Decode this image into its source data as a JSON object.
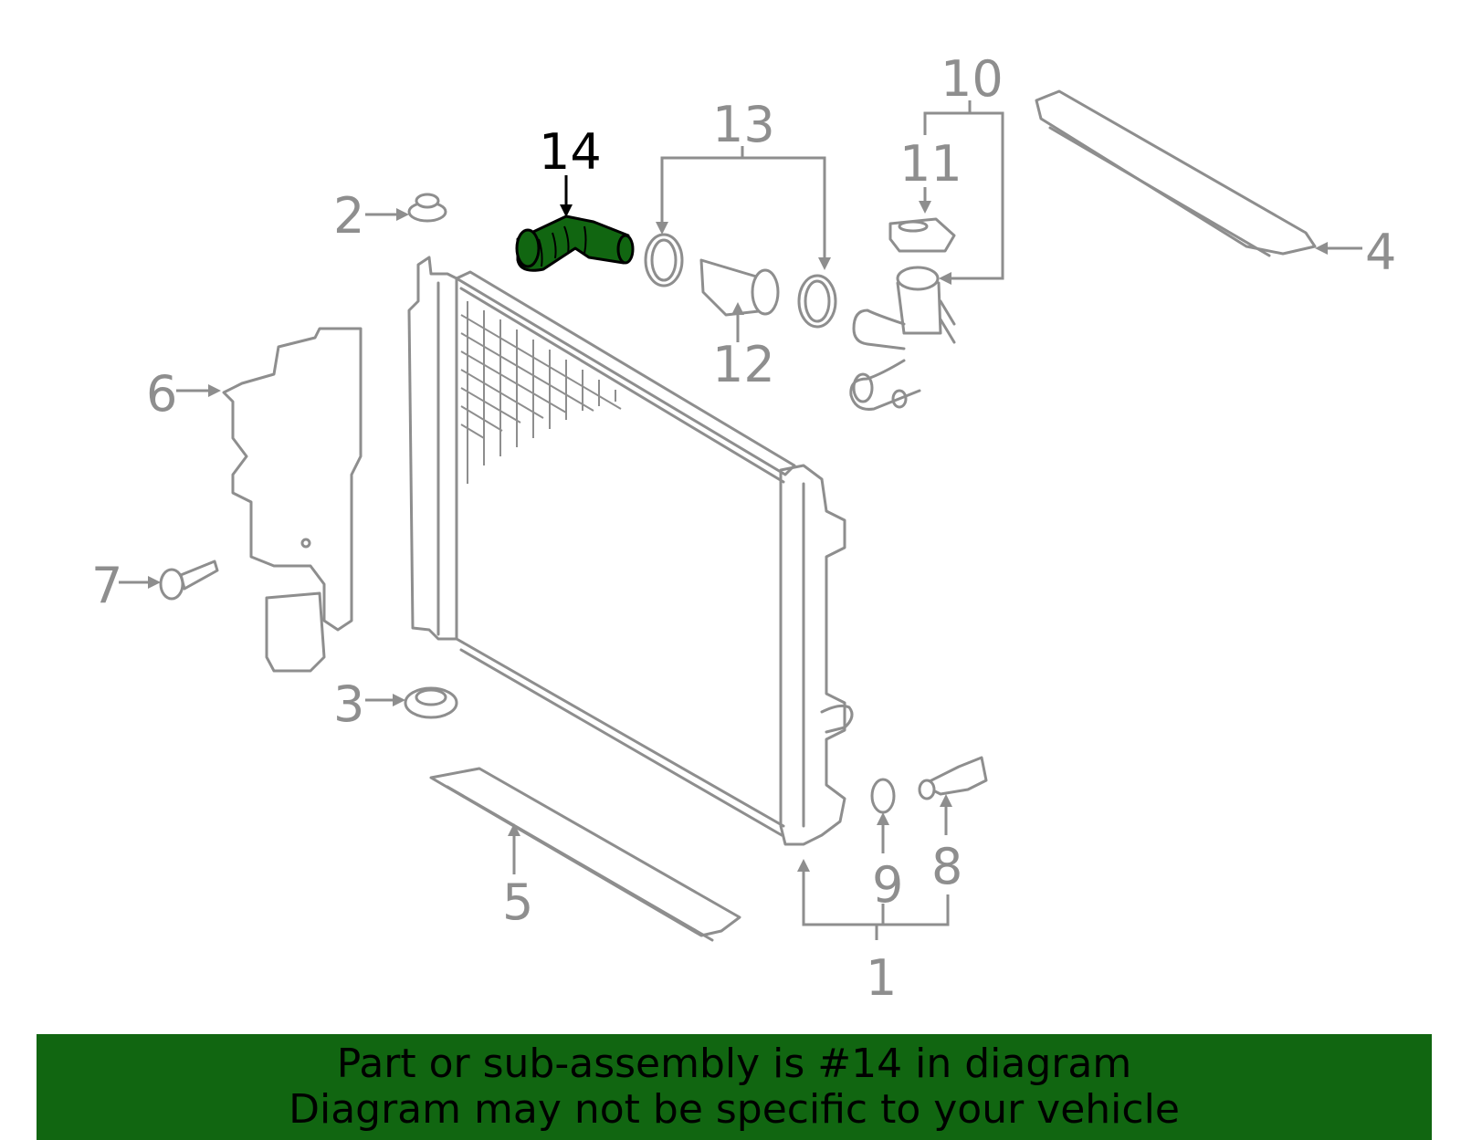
{
  "diagram": {
    "highlight_color": "#116611",
    "highlighted_part": "14",
    "callouts": [
      "1",
      "2",
      "3",
      "4",
      "5",
      "6",
      "7",
      "8",
      "9",
      "10",
      "11",
      "12",
      "13",
      "14"
    ]
  },
  "banner": {
    "line1": "Part or sub-assembly is #14 in diagram",
    "line2": "Diagram may not be specific to your vehicle",
    "background": "#116611"
  }
}
